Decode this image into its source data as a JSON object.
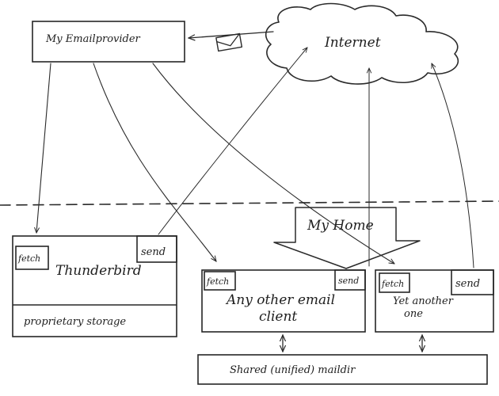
{
  "provider": {
    "label": "My Emailprovider"
  },
  "internet": {
    "label": "Internet"
  },
  "home": {
    "label": "My Home"
  },
  "thunderbird": {
    "label": "Thunderbird",
    "fetch": "fetch",
    "send": "send",
    "storage": "proprietary storage"
  },
  "client_a": {
    "label_line1": "Any other email",
    "label_line2": "client",
    "fetch": "fetch",
    "send": "send"
  },
  "client_b": {
    "label_line1": "Yet another",
    "label_line2": "one",
    "fetch": "fetch",
    "send": "send"
  },
  "maildir": {
    "label": "Shared (unified) maildir"
  },
  "colors": {
    "ink": "#262626",
    "paper": "#ffffff"
  }
}
